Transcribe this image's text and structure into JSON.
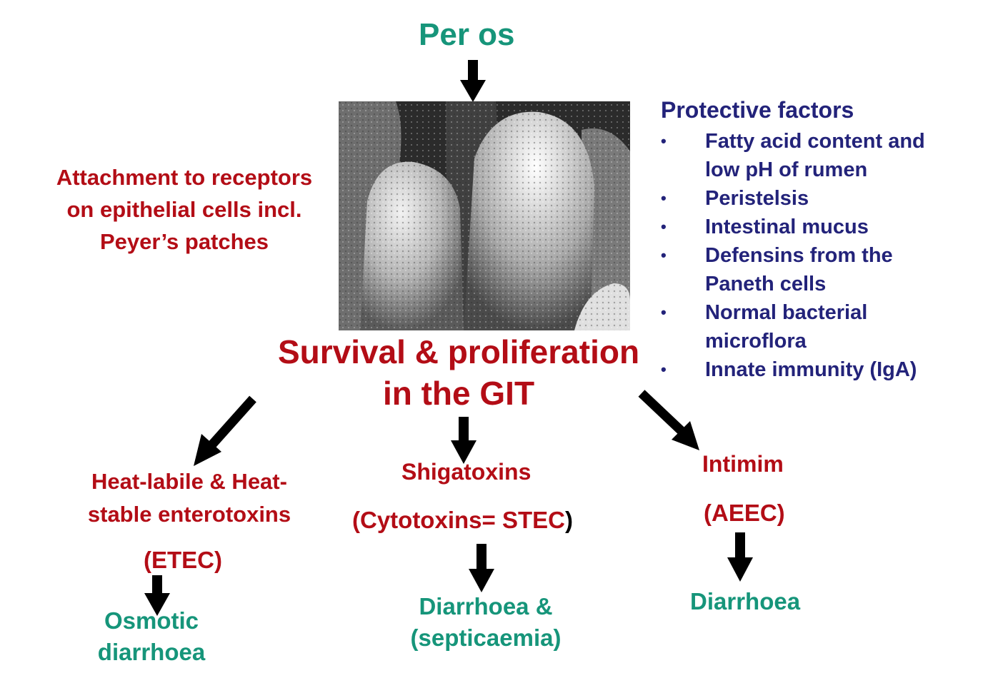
{
  "top_label": "Per os",
  "attachment": {
    "lines": [
      "Attachment to receptors",
      "on epithelial cells incl.",
      "Peyer’s patches"
    ]
  },
  "micrograph": {
    "description_icon": "intestinal-villi-micrograph"
  },
  "protective": {
    "title": "Protective factors",
    "items": [
      "Fatty acid content and low pH of rumen",
      "Peristelsis",
      "Intestinal mucus",
      "Defensins from the Paneth cells",
      "Normal bacterial microflora",
      "Innate immunity (IgA)"
    ],
    "item_lines": [
      [
        "Fatty acid content and",
        "low pH of rumen"
      ],
      [
        "Peristelsis"
      ],
      [
        "Intestinal mucus"
      ],
      [
        "Defensins from the",
        "Paneth cells"
      ],
      [
        "Normal bacterial",
        "microflora"
      ],
      [
        "Innate immunity (IgA)"
      ]
    ]
  },
  "center": {
    "lines": [
      "Survival & proliferation",
      "in the GIT"
    ]
  },
  "branches": {
    "left": {
      "toxin_lines": [
        "Heat-labile & Heat-",
        "stable enterotoxins"
      ],
      "type": "(ETEC)",
      "outcome_lines": [
        "Osmotic",
        "diarrhoea"
      ]
    },
    "middle": {
      "toxin": "Shigatoxins",
      "type_main": "(Cytotoxins= STEC",
      "type_paren": ")",
      "outcome_lines": [
        "Diarrhoea &",
        "(septicaemia)"
      ]
    },
    "right": {
      "toxin": "Intimim",
      "type": "(AEEC)",
      "outcome": "Diarrhoea"
    }
  },
  "colors": {
    "green": "#16957a",
    "red": "#b30d16",
    "navy": "#23237a",
    "arrow": "#000000"
  }
}
